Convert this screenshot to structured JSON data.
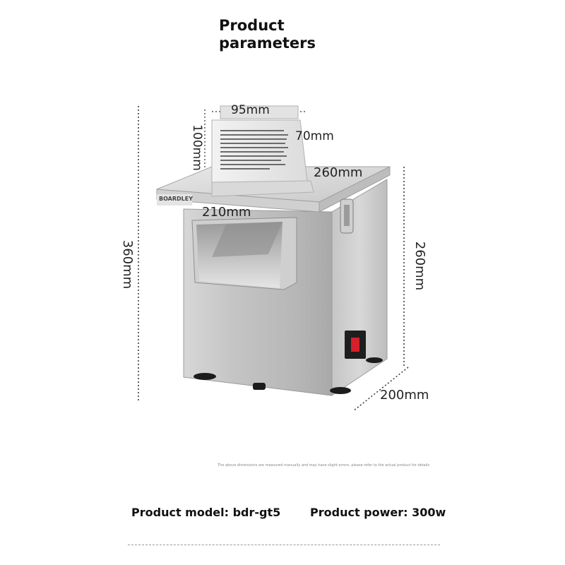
{
  "header": {
    "title_line1": "Product",
    "title_line2": "parameters"
  },
  "dimensions": {
    "hopper_width": "95mm",
    "hopper_height": "100mm",
    "hopper_depth": "70mm",
    "top_depth": "260mm",
    "front_width": "210mm",
    "total_height": "360mm",
    "body_height": "260mm",
    "base_depth": "200mm"
  },
  "product": {
    "brand": "BOARDLEY"
  },
  "note": "The above dimensions are measured manually and may have slight errors, please refer to the actual product for details",
  "footer": {
    "model": "Product model: bdr-gt5",
    "power": "Product power: 300w"
  }
}
